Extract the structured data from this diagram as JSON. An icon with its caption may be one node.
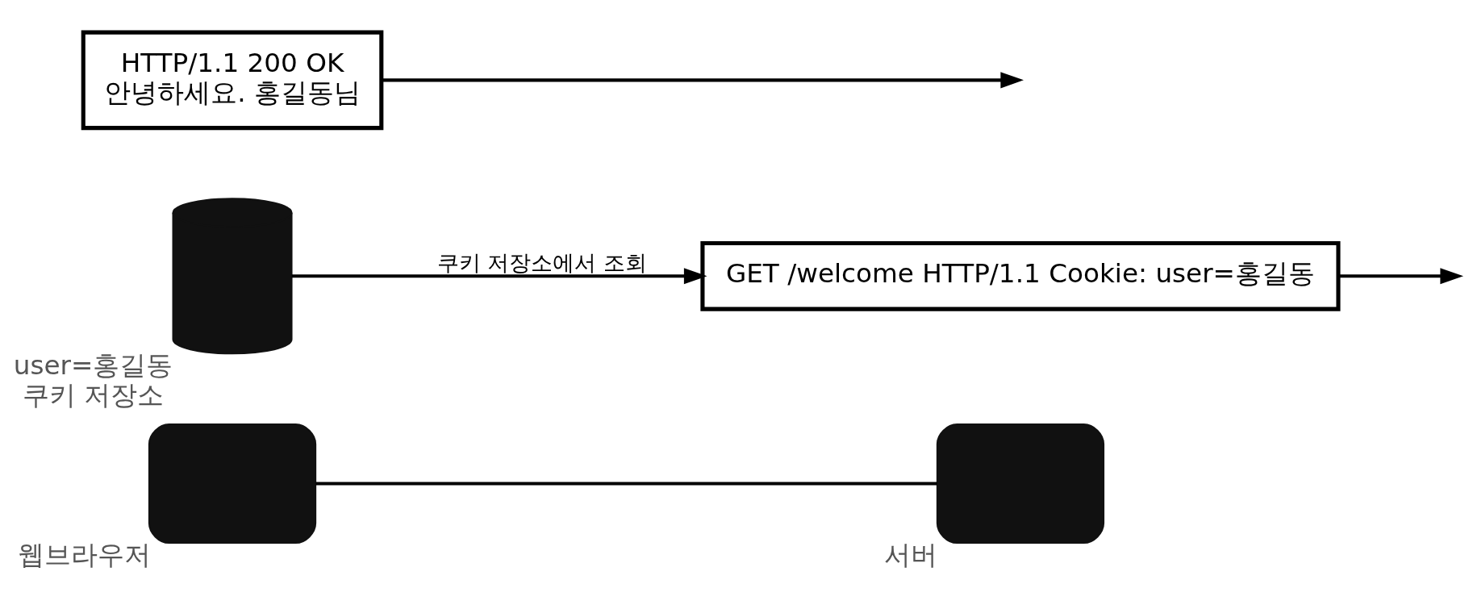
{
  "diagram": {
    "nodes": [
      {
        "text": [],
        "shape": "monitor",
        "beside": [
          "웹브라우저"
        ]
      },
      {
        "text": [],
        "shape": "monitor",
        "beside": [
          "서버"
        ]
      },
      {
        "text": [
          "GET /welcome HTTP/1.1 Cookie: user=홍길동"
        ]
      },
      {
        "text": [
          "HTTP/1.1 200 OK",
          "안녕하세요. 홍길동님"
        ]
      },
      {
        "text": [],
        "shape": "cylinder",
        "beside": [
          "user=홍길동",
          "쿠키 저장소"
        ]
      }
    ],
    "edges": [
      {
        "from": 0,
        "to": 1,
        "arrow": "none"
      },
      {
        "from": 4,
        "to": 2,
        "arrow": "to",
        "label": "쿠키 저장소에서 조회"
      },
      {
        "from": 2,
        "to": null,
        "arrow": "to"
      },
      {
        "from": 3,
        "to": null,
        "arrow": "to"
      }
    ]
  }
}
